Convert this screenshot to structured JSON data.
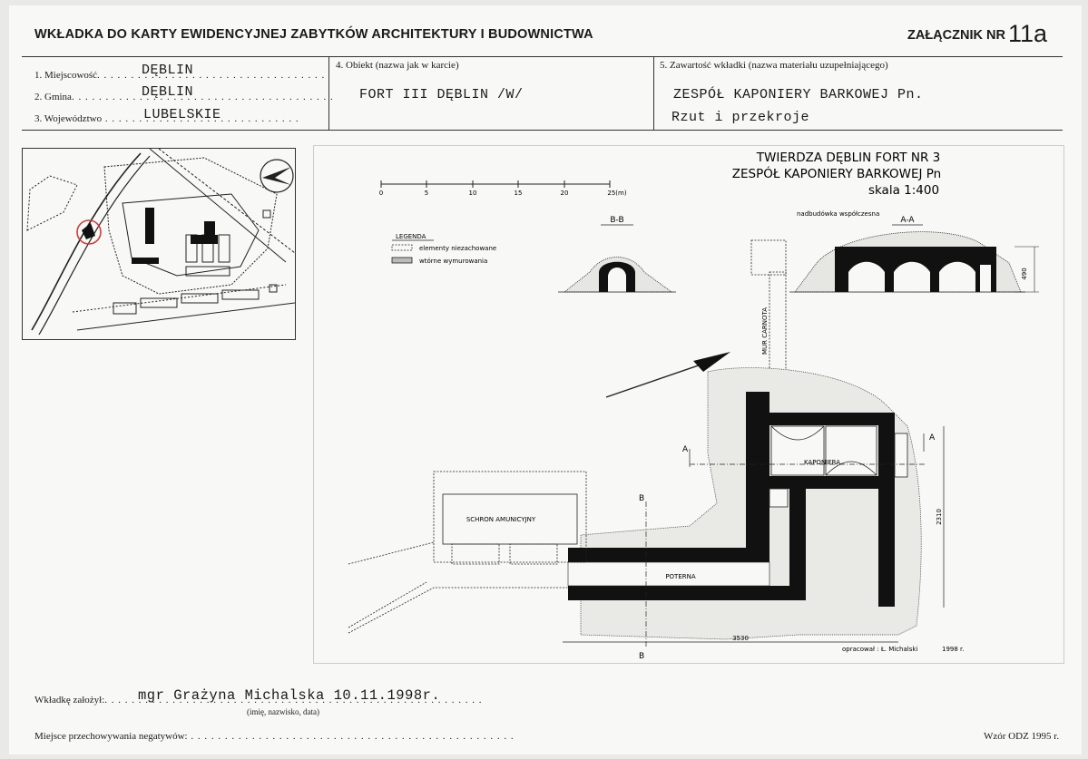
{
  "header": {
    "title": "WKŁADKA DO KARTY EWIDENCYJNEJ ZABYTKÓW ARCHITEKTURY I BUDOWNICTWA",
    "annex_label": "ZAŁĄCZNIK NR",
    "annex_number": "11a"
  },
  "fields": {
    "locality_label": "1. Miejscowość",
    "locality_value": "DĘBLIN",
    "commune_label": "2. Gmina",
    "commune_value": "DĘBLIN",
    "voivodeship_label": "3. Województwo",
    "voivodeship_value": "LUBELSKIE",
    "object_label": "4. Obiekt (nazwa jak w karcie)",
    "object_value": "FORT III DĘBLIN /W/",
    "content_label": "5. Zawartość wkładki (nazwa materiału uzupełniającego)",
    "content_value_1": "ZESPÓŁ KAPONIERY BARKOWEJ Pn.",
    "content_value_2": "Rzut i przekroje"
  },
  "plan": {
    "title_1": "TWIERDZA DĘBLIN   FORT NR 3",
    "title_2": "ZESPÓŁ  KAPONIERY  BARKOWEJ  Pn",
    "scale": "skala  1:400",
    "scale_ticks": [
      "0",
      "5",
      "10",
      "15",
      "20",
      "25(m)"
    ],
    "legend_title": "LEGENDA",
    "legend_item_1": "elementy  niezachowane",
    "legend_item_2": "wtórne  wymurowania",
    "section_bb": "B-B",
    "section_aa": "A-A",
    "superstructure_note": "nadbudówka  współczesna",
    "wall_label": "MUR  CARNOTA",
    "caponier_label": "KAPONIERA",
    "shelter_label": "SCHRON  AMUNICYJNY",
    "postern_label": "POTERNA",
    "dim_490": "490",
    "dim_2310": "2310",
    "dim_3530": "3530",
    "marker_a": "A",
    "marker_b": "B",
    "author": "opracował : Ł. Michalski",
    "author_year": "1998 r."
  },
  "footer": {
    "created_label": "Wkładkę założył:",
    "created_value": "mgr Grażyna Michalska   10.11.1998r.",
    "created_caption": "(imię, nazwisko, data)",
    "negatives_label": "Miejsce przechowywania negatywów:",
    "form_code": "Wzór ODZ 1995 r."
  },
  "colors": {
    "paper": "#f8f8f6",
    "ink": "#1a1a1a",
    "map_highlight": "#d23a3a"
  }
}
